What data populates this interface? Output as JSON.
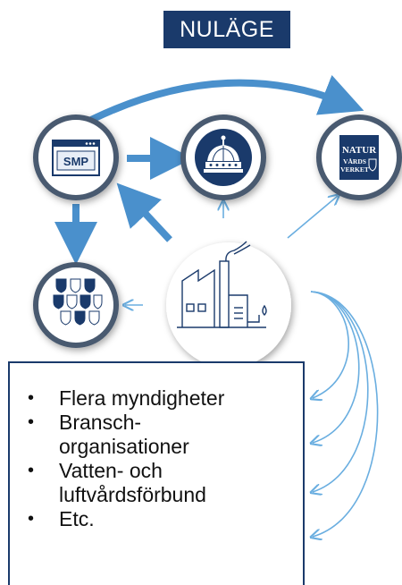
{
  "title": "NULÄGE",
  "nodes": {
    "smp": {
      "label": "SMP",
      "icon": "smp-window-icon"
    },
    "government": {
      "icon": "crown-icon"
    },
    "naturvardsverket": {
      "line1": "NATUR",
      "line2": "VÅRDS",
      "line3": "VERKET",
      "icon": "naturvardsverket-logo-icon"
    },
    "county_boards": {
      "icon": "county-coats-of-arms-icon"
    },
    "factory": {
      "icon": "factory-icon"
    }
  },
  "list_items": [
    {
      "bullet": "•",
      "text": "Flera myndigheter"
    },
    {
      "bullet": "•",
      "text": "Bransch-\norganisationer"
    },
    {
      "bullet": "•",
      "text": "Vatten- och\nluftvårdsförbund"
    },
    {
      "bullet": "•",
      "text": "Etc."
    }
  ],
  "colors": {
    "navy": "#1a3a6b",
    "ring": "#4a5a70",
    "arrow": "#4a90cc",
    "thin_arrow": "#6aaee0"
  }
}
